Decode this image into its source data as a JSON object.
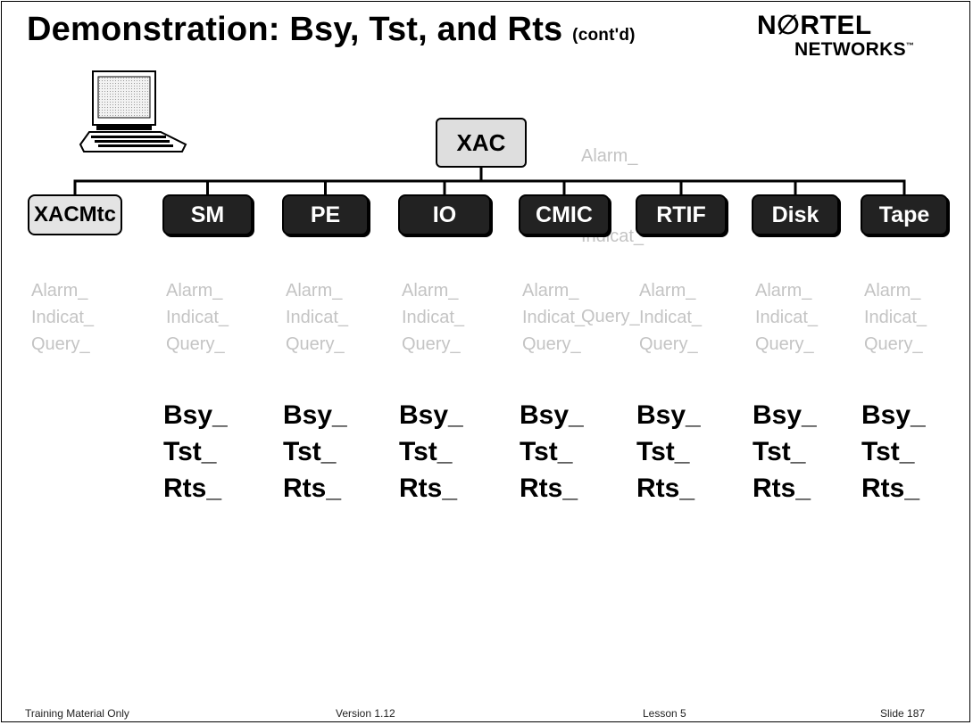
{
  "slide": {
    "title": "Demonstration:  Bsy, Tst, and Rts",
    "title_suffix": "(cont'd)",
    "logo": {
      "brand": "N∅RTEL",
      "sub": "NETWORKS",
      "tm": "™"
    }
  },
  "diagram": {
    "root": {
      "label": "XAC",
      "commands": [
        "Alarm_",
        "Indicat_",
        "Query_"
      ]
    },
    "children": [
      {
        "label": "XACMtc",
        "style": "light",
        "ghost": [
          "Alarm_",
          "Indicat_",
          "Query_"
        ],
        "commands": []
      },
      {
        "label": "SM",
        "style": "dark",
        "ghost": [
          "Alarm_",
          "Indicat_",
          "Query_"
        ],
        "commands": [
          "Bsy_",
          "Tst_",
          "Rts_"
        ]
      },
      {
        "label": "PE",
        "style": "dark",
        "ghost": [
          "Alarm_",
          "Indicat_",
          "Query_"
        ],
        "commands": [
          "Bsy_",
          "Tst_",
          "Rts_"
        ]
      },
      {
        "label": "IO",
        "style": "dark",
        "ghost": [
          "Alarm_",
          "Indicat_",
          "Query_"
        ],
        "commands": [
          "Bsy_",
          "Tst_",
          "Rts_"
        ]
      },
      {
        "label": "CMIC",
        "style": "dark",
        "ghost": [
          "Alarm_",
          "Indicat_",
          "Query_"
        ],
        "commands": [
          "Bsy_",
          "Tst_",
          "Rts_"
        ]
      },
      {
        "label": "RTIF",
        "style": "dark",
        "ghost": [
          "Alarm_",
          "Indicat_",
          "Query_"
        ],
        "commands": [
          "Bsy_",
          "Tst_",
          "Rts_"
        ]
      },
      {
        "label": "Disk",
        "style": "dark",
        "ghost": [
          "Alarm_",
          "Indicat_",
          "Query_"
        ],
        "commands": [
          "Bsy_",
          "Tst_",
          "Rts_"
        ]
      },
      {
        "label": "Tape",
        "style": "dark",
        "ghost": [
          "Alarm_",
          "Indicat_",
          "Query_"
        ],
        "commands": [
          "Bsy_",
          "Tst_",
          "Rts_"
        ]
      }
    ]
  },
  "icons": {
    "computer": "computer-terminal-icon"
  },
  "footer": {
    "left": "Training Material Only",
    "version": "Version 1.12",
    "lesson": "Lesson 5",
    "slide": "Slide  187"
  }
}
